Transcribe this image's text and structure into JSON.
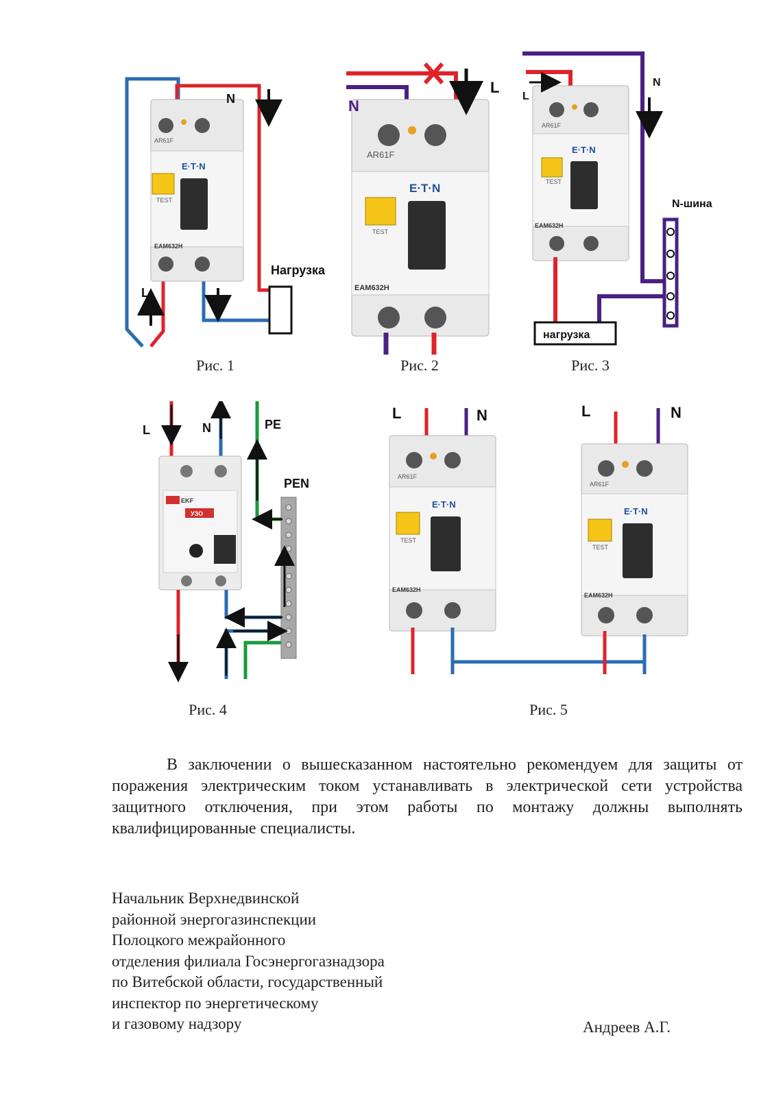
{
  "figures": {
    "fig1": {
      "caption": "Рис. 1",
      "labels": {
        "n": "N",
        "l": "L",
        "load": "Нагрузка"
      },
      "device": {
        "model": "AR61F",
        "brand": "E·T·N",
        "test": "TEST",
        "type": "EAM632H"
      }
    },
    "fig2": {
      "caption": "Рис. 2",
      "labels": {
        "n": "N",
        "l": "L"
      },
      "device": {
        "model": "AR61F",
        "brand": "E·T·N",
        "test": "TEST",
        "type": "EAM632H"
      }
    },
    "fig3": {
      "caption": "Рис. 3",
      "labels": {
        "n": "N",
        "l": "L",
        "bus": "N-шина",
        "load": "нагрузка"
      },
      "device": {
        "model": "AR61F",
        "brand": "E·T·N",
        "test": "TEST",
        "type": "EAM632H"
      }
    },
    "fig4": {
      "caption": "Рис. 4",
      "labels": {
        "l": "L",
        "n": "N",
        "pe": "PE",
        "pen": "PEN"
      },
      "device": {
        "brand": "EKF",
        "type": "УЗО"
      }
    },
    "fig5": {
      "caption": "Рис. 5",
      "labels": {
        "l1": "L",
        "n1": "N",
        "l2": "L",
        "n2": "N"
      },
      "device": {
        "model": "AR61F",
        "brand": "E·T·N",
        "test": "TEST",
        "type": "EAM632H"
      }
    }
  },
  "wire_colors": {
    "phase": "#e0232a",
    "neutral_blue": "#2a6db3",
    "neutral_purple": "#4a2182",
    "pe_green": "#1a9a3c",
    "arrow": "#111111"
  },
  "conclusion": "В заключении о вышесказанном настоятельно рекомендуем для защиты от поражения электрическим током устанавливать в электрической сети устройства защитного отключения, при этом работы по монтажу должны выполнять квалифицированные специалисты.",
  "signature": {
    "lines": [
      "Начальник Верхнедвинской",
      "районной энергогазинспекции",
      "Полоцкого межрайонного",
      "отделения филиала Госэнергогазнадзора",
      "по Витебской области, государственный",
      "инспектор по энергетическому",
      "и газовому надзору"
    ],
    "name": "Андреев А.Г."
  }
}
